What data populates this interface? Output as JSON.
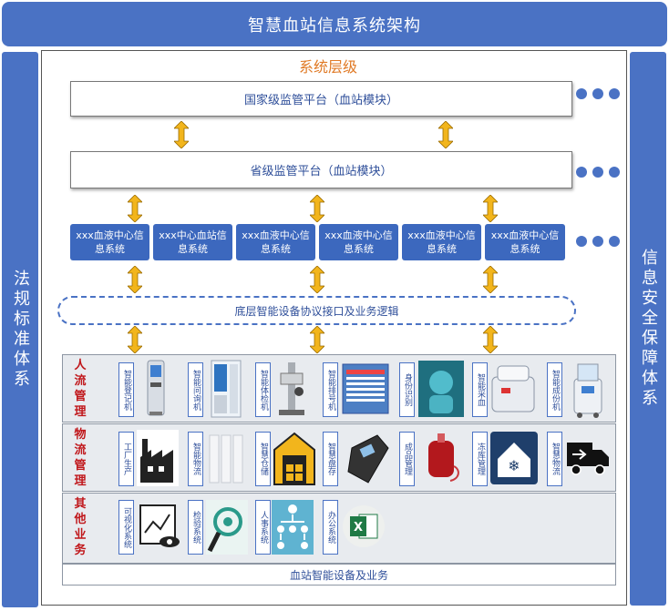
{
  "header": {
    "title": "智慧血站信息系统架构"
  },
  "left_sidebar": {
    "label": "法规标准体系"
  },
  "right_sidebar": {
    "label": "信息安全保障体系"
  },
  "system_level": {
    "title": "系统层级"
  },
  "platforms": {
    "national": "国家级监管平台（血站模块）",
    "provincial": "省级监管平台（血站模块）"
  },
  "centers": [
    "xxx血液中心信息系统",
    "xxx中心血站信息系统",
    "xxx血液中心信息系统",
    "xxx血液中心信息系统",
    "xxx血液中心信息系统",
    "xxx血液中心信息系统"
  ],
  "interface_layer": "底层智能设备协议接口及业务逻辑",
  "sections": {
    "people_flow": {
      "label": "人流管理",
      "items": [
        "智能登记机",
        "智能问询机",
        "智能体检机",
        "智能排号机",
        "身份识别",
        "智能采血",
        "智能成份机"
      ]
    },
    "material_flow": {
      "label": "物流管理",
      "items": [
        "工厂生产",
        "智能物流",
        "智慧仓储",
        "智慧盘存",
        "成品管理",
        "冻库管理",
        "智慧物流"
      ]
    },
    "other_business": {
      "label": "其他业务",
      "items": [
        "可视化系统",
        "检验系统",
        "人事系统",
        "办公系统"
      ]
    }
  },
  "footer_bar": "血站智能设备及业务",
  "colors": {
    "primary_blue": "#4a72c4",
    "box_blue": "#3c68be",
    "accent_orange": "#e07a26",
    "arrow_yellow": "#f2b51c",
    "section_red": "#c0161a"
  }
}
